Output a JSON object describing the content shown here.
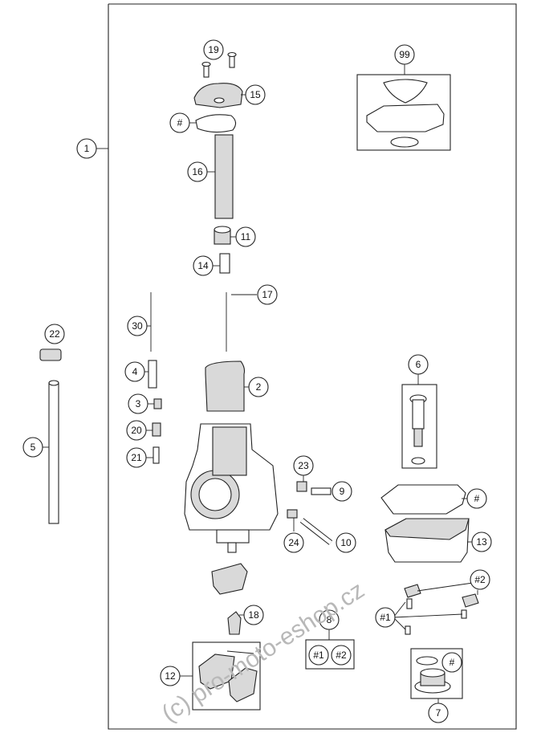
{
  "callouts": {
    "c1": "1",
    "c19": "19",
    "c15": "15",
    "c_hash_top": "#",
    "c16": "16",
    "c11": "11",
    "c14": "14",
    "c17": "17",
    "c30": "30",
    "c22": "22",
    "c4": "4",
    "c2": "2",
    "c3": "3",
    "c20": "20",
    "c21": "21",
    "c5": "5",
    "c23": "23",
    "c9": "9",
    "c24": "24",
    "c10": "10",
    "c99": "99",
    "c6": "6",
    "c_hash_bowl": "#",
    "c13": "13",
    "c18": "18",
    "c12": "12",
    "c8": "8",
    "c8a": "#1",
    "c8b": "#2",
    "c_hash2": "#2",
    "c_hash1": "#1",
    "c_hash_7": "#",
    "c7": "7"
  },
  "watermark": "(c) pro-moto-eshop.cz"
}
